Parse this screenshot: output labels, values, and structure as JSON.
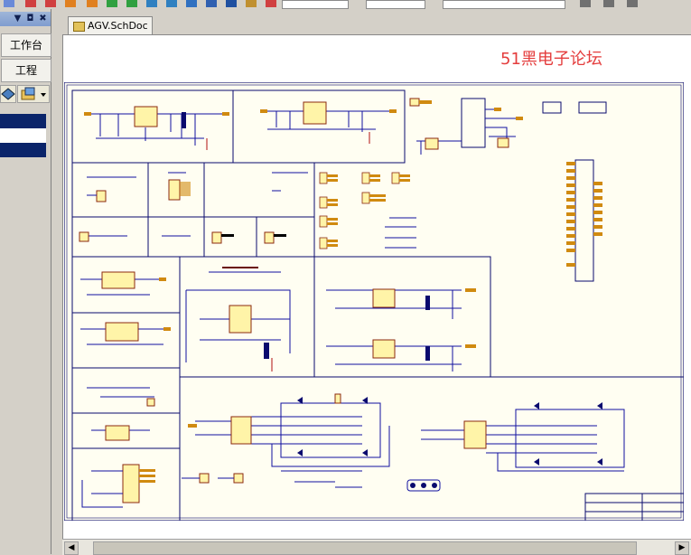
{
  "window": {
    "document_tab": "AGV.SchDoc"
  },
  "panel": {
    "tabs": [
      "工作台",
      "工程"
    ],
    "controls": [
      "▼",
      "◘",
      "✖"
    ]
  },
  "watermark": "51黑电子论坛",
  "colors": {
    "sheet_fill": "#fffef2",
    "sheet_border": "#0a0a6e",
    "wire": "#1010a0",
    "component_body": "#fff4a8",
    "component_outline": "#8b2a10",
    "pin": "#d08a10",
    "net_red": "#b01010",
    "dark_red": "#6a0a0a",
    "tree_selected": "#0a246a",
    "watermark": "#e43d3d"
  },
  "icons": [
    "layer-icon",
    "folder-icon",
    "schematic-file-icon",
    "scroll-left-icon",
    "scroll-right-icon"
  ]
}
